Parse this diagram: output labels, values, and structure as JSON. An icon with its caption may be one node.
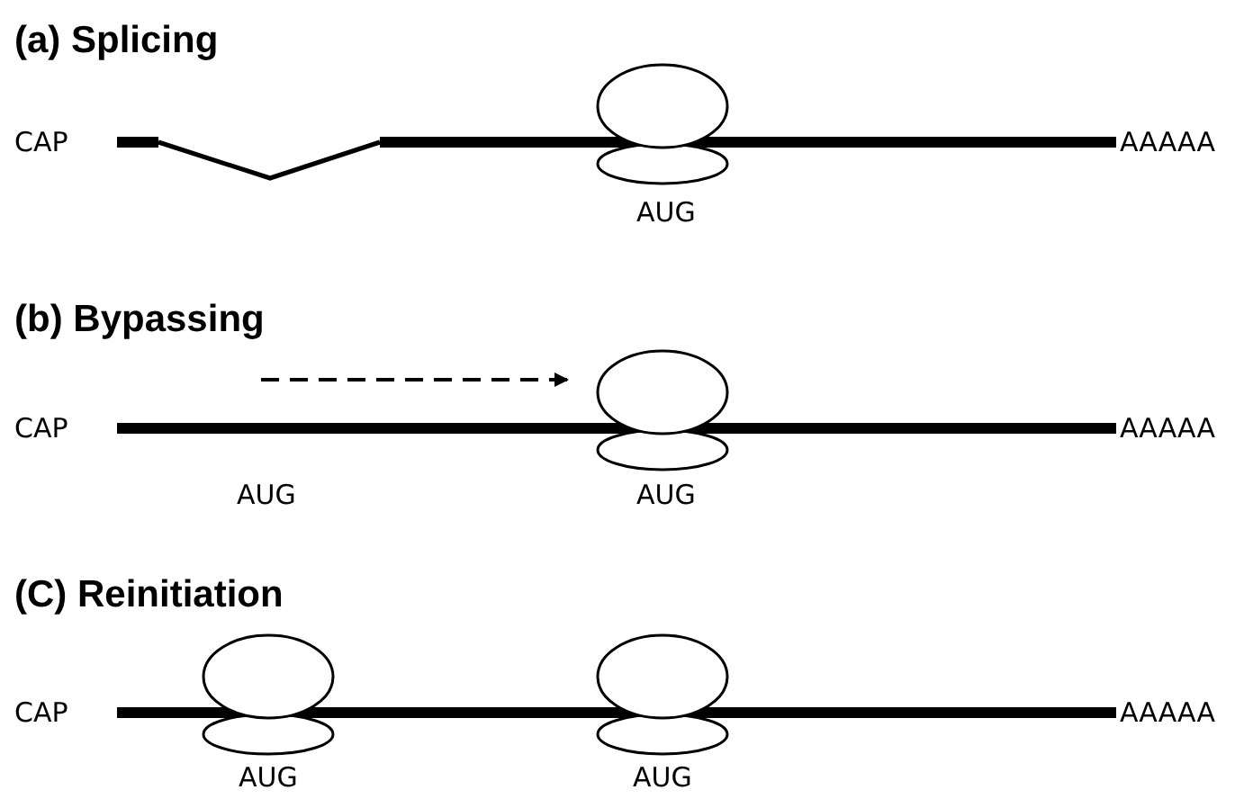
{
  "diagram": {
    "labels": [
      "(a) Splicing",
      "CAP",
      "AAAAA",
      "AUG",
      "(b) Bypassing",
      "CAP",
      "AAAAA",
      "AUG",
      "AUG",
      "(C) Reinitiation",
      "CAP",
      "AAAAA",
      "AUG",
      "AUG"
    ]
  }
}
